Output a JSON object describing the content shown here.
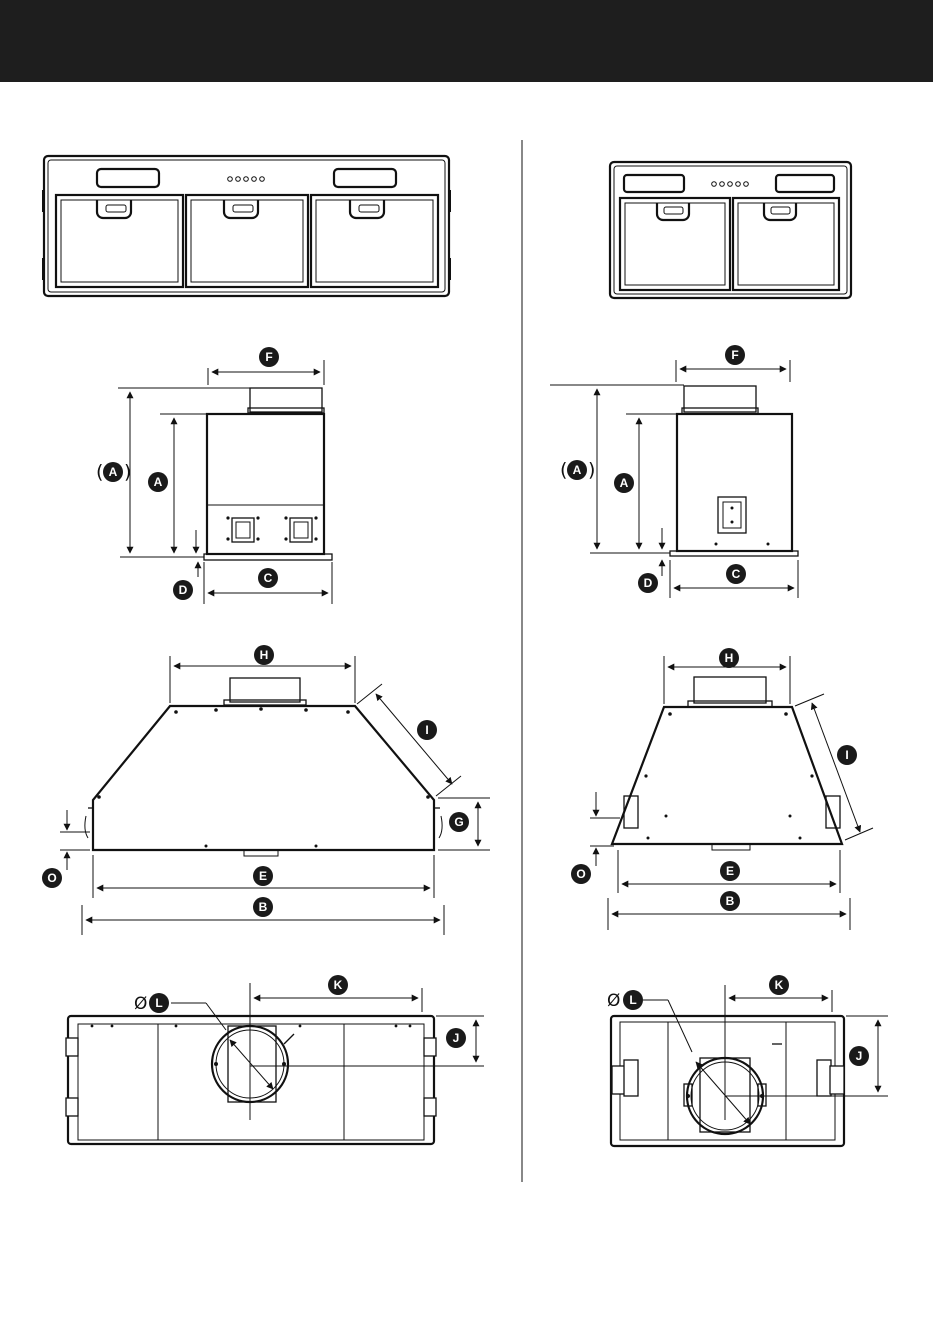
{
  "header": {
    "background": "#1e1e1e"
  },
  "labels": {
    "A": "A",
    "B": "B",
    "C": "C",
    "D": "D",
    "E": "E",
    "F": "F",
    "G": "G",
    "H": "H",
    "I": "I",
    "J": "J",
    "K": "K",
    "L": "L",
    "O": "O",
    "diameter": "Ø",
    "paren_open": "(",
    "paren_close": ")"
  },
  "variants": [
    "three-filter model",
    "two-filter model"
  ]
}
